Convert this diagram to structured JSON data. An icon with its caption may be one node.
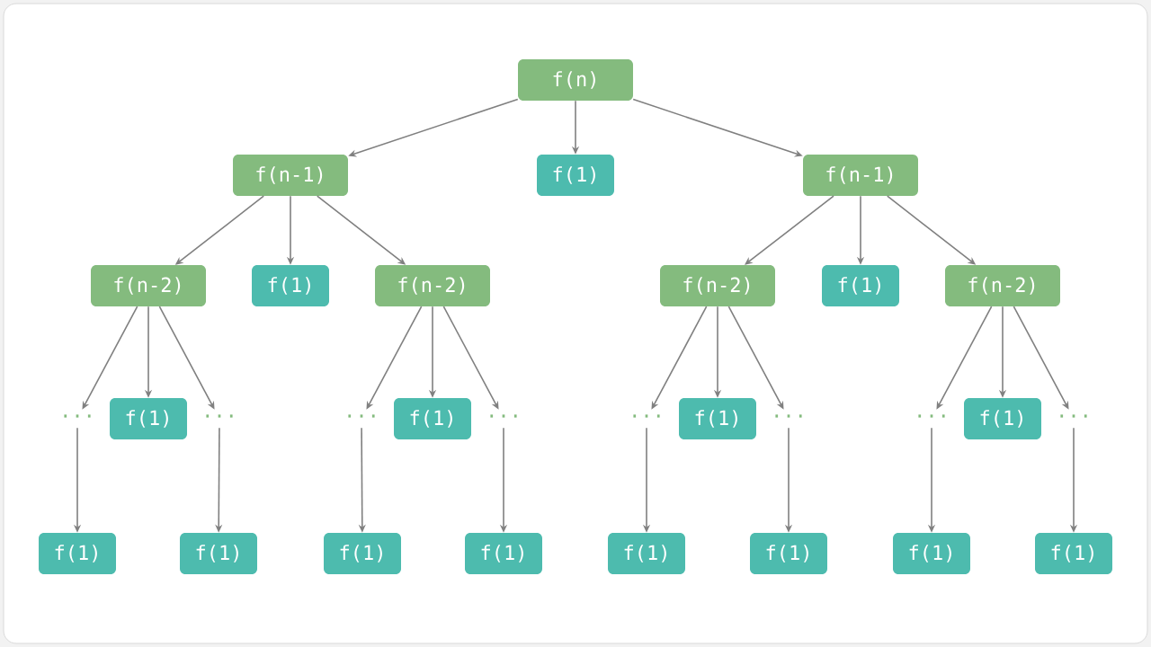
{
  "diagram": {
    "nodes": [
      {
        "text": [
          "f(n)"
        ]
      },
      {
        "text": [
          "f(n-1)"
        ]
      },
      {
        "text": [
          "f(1)"
        ]
      },
      {
        "text": [
          "f(n-1)"
        ]
      },
      {
        "text": [
          "f(n-2)"
        ]
      },
      {
        "text": [
          "f(1)"
        ]
      },
      {
        "text": [
          "f(n-2)"
        ]
      },
      {
        "text": [
          "f(n-2)"
        ]
      },
      {
        "text": [
          "f(1)"
        ]
      },
      {
        "text": [
          "f(n-2)"
        ]
      },
      {
        "text": [
          "···"
        ]
      },
      {
        "text": [
          "f(1)"
        ]
      },
      {
        "text": [
          "···"
        ]
      },
      {
        "text": [
          "···"
        ]
      },
      {
        "text": [
          "f(1)"
        ]
      },
      {
        "text": [
          "···"
        ]
      },
      {
        "text": [
          "···"
        ]
      },
      {
        "text": [
          "f(1)"
        ]
      },
      {
        "text": [
          "···"
        ]
      },
      {
        "text": [
          "···"
        ]
      },
      {
        "text": [
          "f(1)"
        ]
      },
      {
        "text": [
          "···"
        ]
      },
      {
        "text": [
          "f(1)"
        ]
      },
      {
        "text": [
          "f(1)"
        ]
      },
      {
        "text": [
          "f(1)"
        ]
      },
      {
        "text": [
          "f(1)"
        ]
      },
      {
        "text": [
          "f(1)"
        ]
      },
      {
        "text": [
          "f(1)"
        ]
      },
      {
        "text": [
          "f(1)"
        ]
      },
      {
        "text": [
          "f(1)"
        ]
      }
    ],
    "edges": [
      {
        "from": 0,
        "to": 1,
        "arrow": "to"
      },
      {
        "from": 0,
        "to": 2,
        "arrow": "to"
      },
      {
        "from": 0,
        "to": 3,
        "arrow": "to"
      },
      {
        "from": 1,
        "to": 4,
        "arrow": "to"
      },
      {
        "from": 1,
        "to": 5,
        "arrow": "to"
      },
      {
        "from": 1,
        "to": 6,
        "arrow": "to"
      },
      {
        "from": 3,
        "to": 7,
        "arrow": "to"
      },
      {
        "from": 3,
        "to": 8,
        "arrow": "to"
      },
      {
        "from": 3,
        "to": 9,
        "arrow": "to"
      },
      {
        "from": 4,
        "to": 10,
        "arrow": "to"
      },
      {
        "from": 4,
        "to": 11,
        "arrow": "to"
      },
      {
        "from": 4,
        "to": 12,
        "arrow": "to"
      },
      {
        "from": 6,
        "to": 13,
        "arrow": "to"
      },
      {
        "from": 6,
        "to": 14,
        "arrow": "to"
      },
      {
        "from": 6,
        "to": 15,
        "arrow": "to"
      },
      {
        "from": 7,
        "to": 16,
        "arrow": "to"
      },
      {
        "from": 7,
        "to": 17,
        "arrow": "to"
      },
      {
        "from": 7,
        "to": 18,
        "arrow": "to"
      },
      {
        "from": 9,
        "to": 19,
        "arrow": "to"
      },
      {
        "from": 9,
        "to": 20,
        "arrow": "to"
      },
      {
        "from": 9,
        "to": 21,
        "arrow": "to"
      },
      {
        "from": 10,
        "to": 22,
        "arrow": "to"
      },
      {
        "from": 12,
        "to": 23,
        "arrow": "to"
      },
      {
        "from": 13,
        "to": 24,
        "arrow": "to"
      },
      {
        "from": 15,
        "to": 25,
        "arrow": "to"
      },
      {
        "from": 16,
        "to": 26,
        "arrow": "to"
      },
      {
        "from": 18,
        "to": 27,
        "arrow": "to"
      },
      {
        "from": 19,
        "to": 28,
        "arrow": "to"
      },
      {
        "from": 21,
        "to": 29,
        "arrow": "to"
      }
    ]
  }
}
